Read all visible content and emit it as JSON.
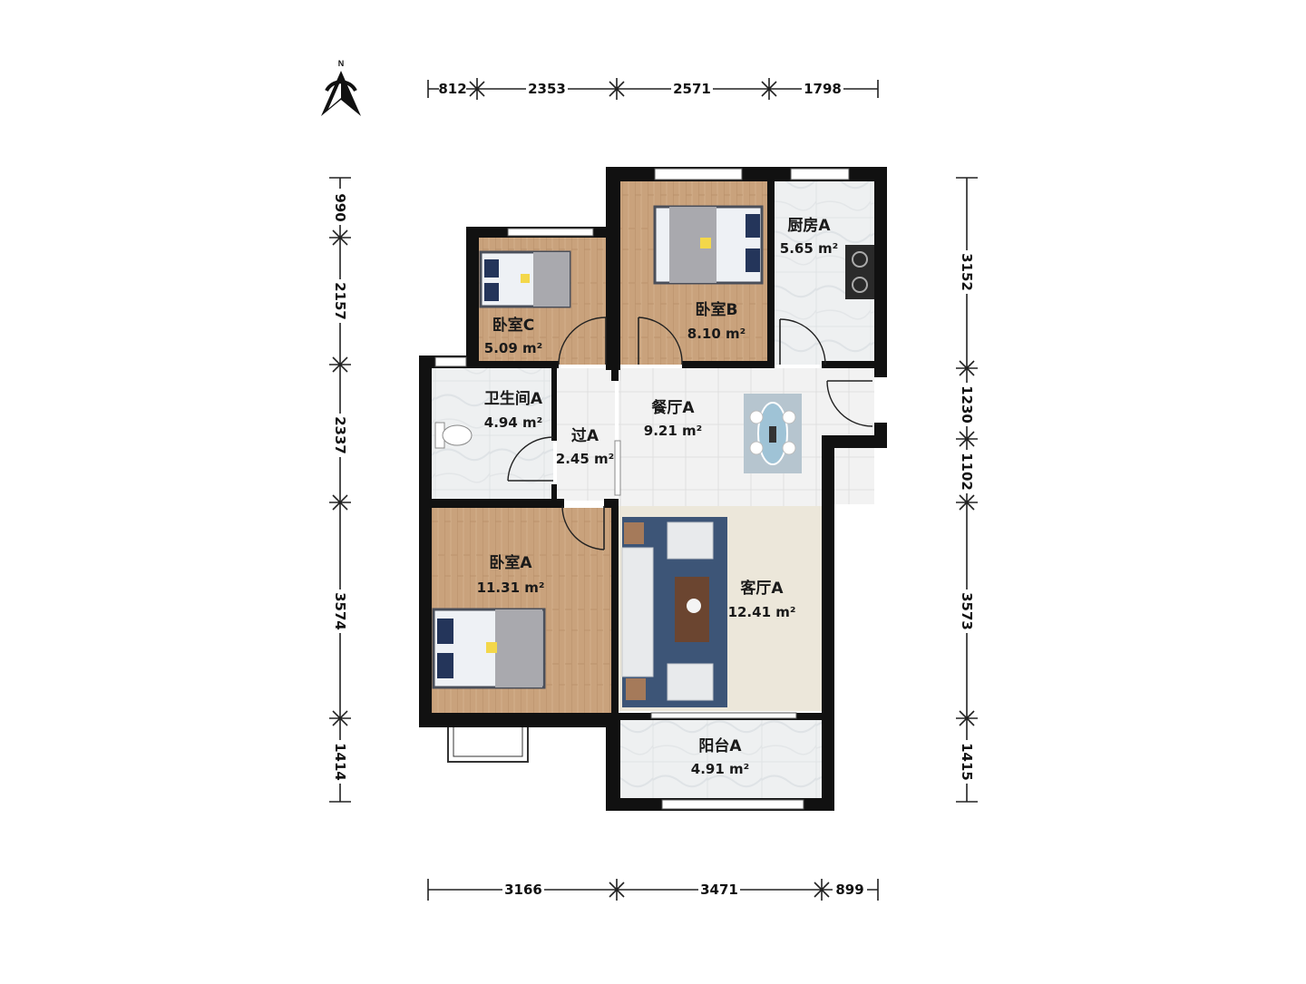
{
  "compass": {
    "label": "N"
  },
  "rooms": [
    {
      "id": "bedroom-c",
      "name": "卧室C",
      "area": "5.09 m²"
    },
    {
      "id": "bedroom-b",
      "name": "卧室B",
      "area": "8.10 m²"
    },
    {
      "id": "kitchen-a",
      "name": "厨房A",
      "area": "5.65 m²"
    },
    {
      "id": "bathroom-a",
      "name": "卫生间A",
      "area": "4.94 m²"
    },
    {
      "id": "hall-a",
      "name": "过A",
      "area": "2.45 m²"
    },
    {
      "id": "dining-a",
      "name": "餐厅A",
      "area": "9.21 m²"
    },
    {
      "id": "bedroom-a",
      "name": "卧室A",
      "area": "11.31 m²"
    },
    {
      "id": "living-a",
      "name": "客厅A",
      "area": "12.41 m²"
    },
    {
      "id": "balcony-a",
      "name": "阳台A",
      "area": "4.91 m²"
    }
  ],
  "dimensions": {
    "top": [
      "812",
      "2353",
      "2571",
      "1798"
    ],
    "bottom": [
      "3166",
      "3471",
      "899"
    ],
    "left": [
      "990",
      "2157",
      "2337",
      "3574",
      "1414"
    ],
    "right": [
      "3152",
      "1230",
      "1102",
      "3573",
      "1415"
    ]
  },
  "colors": {
    "wall": "#111111",
    "wood": "#c9a27c",
    "marble": "#e9ecee",
    "living_floor": "#ece7da",
    "rug": "#3d5577"
  }
}
